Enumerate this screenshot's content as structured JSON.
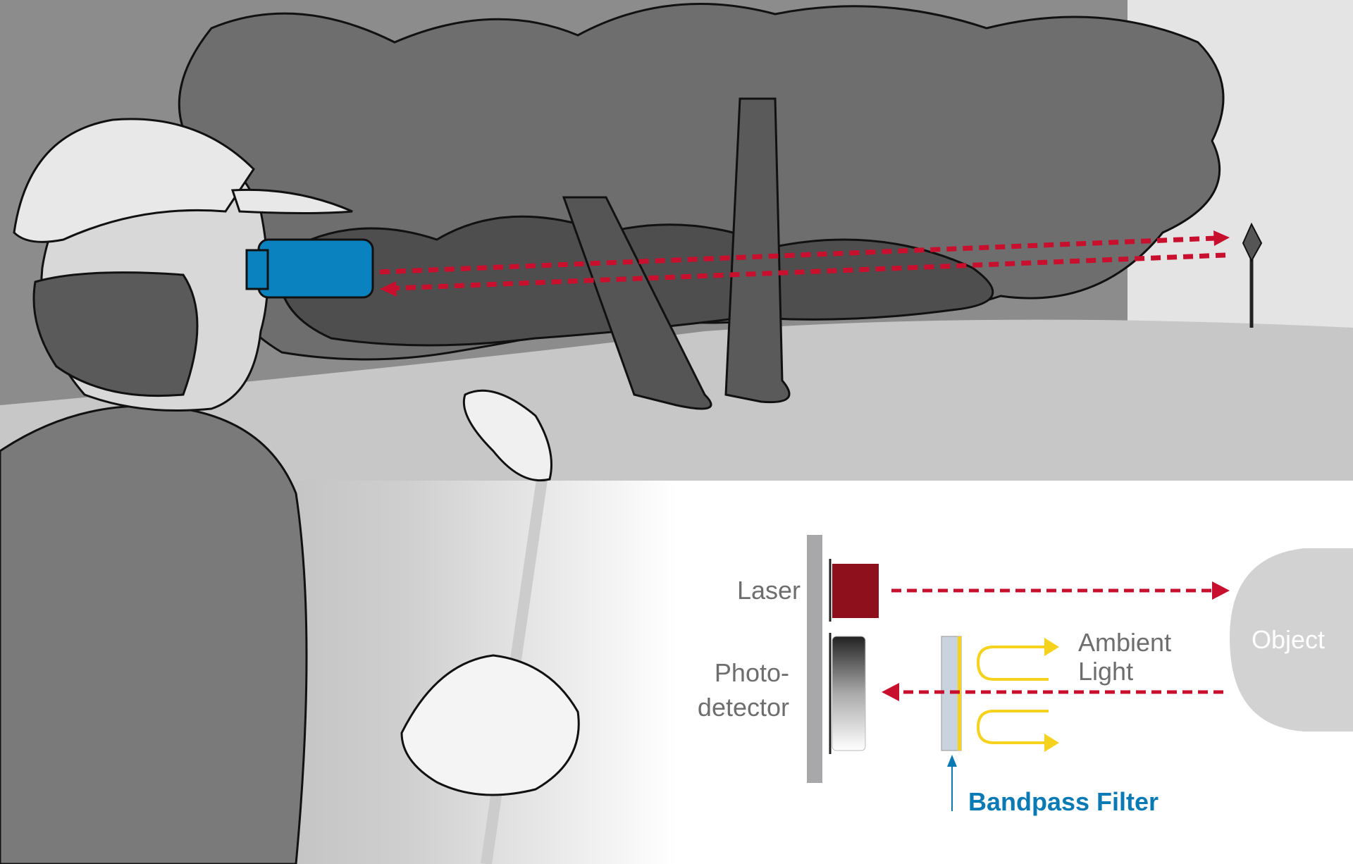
{
  "illustration": {
    "description_icons": [
      "golfer-icon",
      "rangefinder-icon",
      "tree-icon",
      "flag-pin-icon",
      "golf-club-icon"
    ]
  },
  "diagram": {
    "laser_label": "Laser",
    "photodetector_label_line1": "Photo-",
    "photodetector_label_line2": "detector",
    "ambient_label_line1": "Ambient",
    "ambient_label_line2": "Light",
    "object_label": "Object",
    "filter_label": "Bandpass Filter"
  },
  "colors": {
    "laser": "#8e101c",
    "beam": "#c8102e",
    "ambient": "#f5d21e",
    "filter_accent": "#0a7ab5",
    "rangefinder": "#0a82c0"
  }
}
